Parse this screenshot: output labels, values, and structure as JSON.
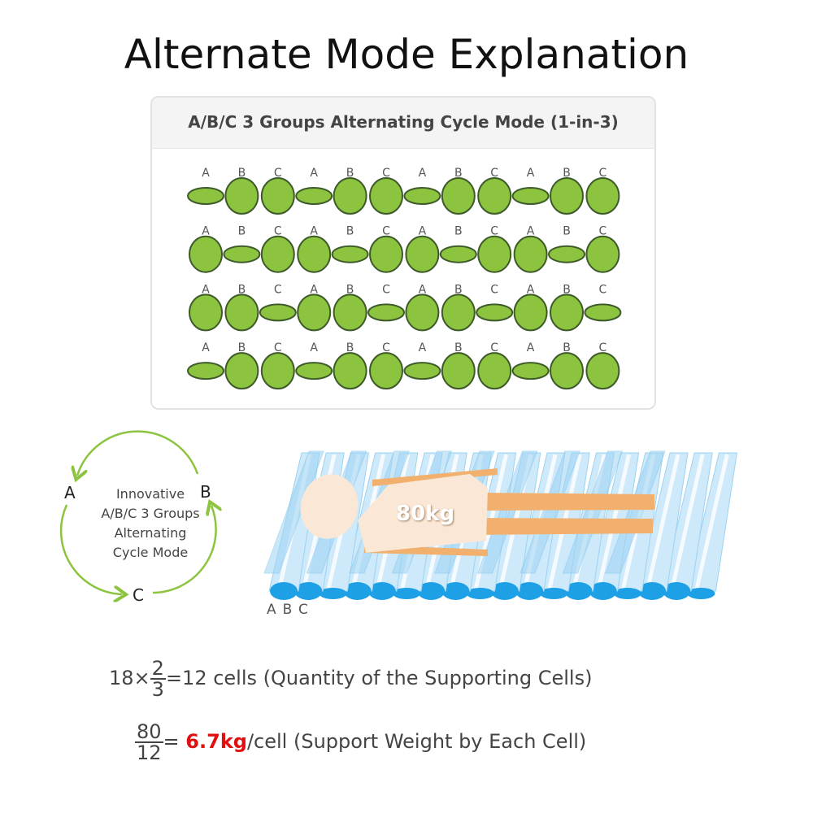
{
  "title": "Alternate Mode Explanation",
  "panel": {
    "title": "A/B/C 3 Groups Alternating Cycle Mode (1-in-3)",
    "column_labels": [
      "A",
      "B",
      "C",
      "A",
      "B",
      "C",
      "A",
      "B",
      "C",
      "A",
      "B",
      "C"
    ],
    "rows_deflated_group": [
      "A",
      "B",
      "C",
      "A"
    ],
    "cell_fill": "#8cc43f",
    "cell_stroke": "#3e5a2a"
  },
  "cycle": {
    "a": "A",
    "b": "B",
    "c": "C",
    "lines": [
      "Innovative",
      "A/B/C 3 Groups",
      "Alternating",
      "Cycle Mode"
    ],
    "arrow_color": "#8cc43f"
  },
  "mattress": {
    "tube_count": 18,
    "deflated_group": "C",
    "weight_label": "80kg",
    "labels": [
      "A",
      "B",
      "C"
    ],
    "tube_color": "#1ea0e6"
  },
  "formulas": {
    "f1": {
      "lead": "18×",
      "num": "2",
      "den": "3",
      "rest": "=12 cells (Quantity of the Supporting Cells)"
    },
    "f2": {
      "num": "80",
      "den": "12",
      "eq": "= ",
      "value": "6.7kg",
      "rest": "/cell (Support Weight by Each Cell)"
    }
  }
}
